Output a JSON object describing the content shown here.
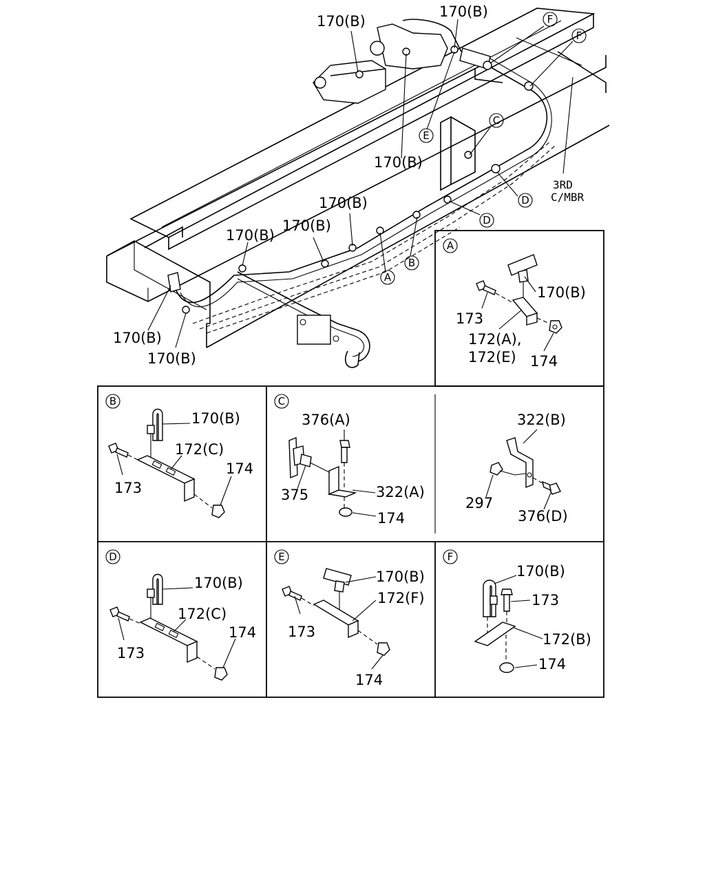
{
  "labels": {
    "p170b": "170(B)",
    "p172a_e_1": "172(A),",
    "p172a_e_2": "172(E)",
    "p172b": "172(B)",
    "p172c": "172(C)",
    "p172f": "172(F)",
    "p173": "173",
    "p174": "174",
    "p297": "297",
    "p322a": "322(A)",
    "p322b": "322(B)",
    "p375": "375",
    "p376a": "376(A)",
    "p376d": "376(D)",
    "member_1": "3RD",
    "member_2": "C/MBR"
  },
  "callouts": {
    "A": "A",
    "B": "B",
    "C": "C",
    "D": "D",
    "E": "E",
    "F": "F"
  }
}
